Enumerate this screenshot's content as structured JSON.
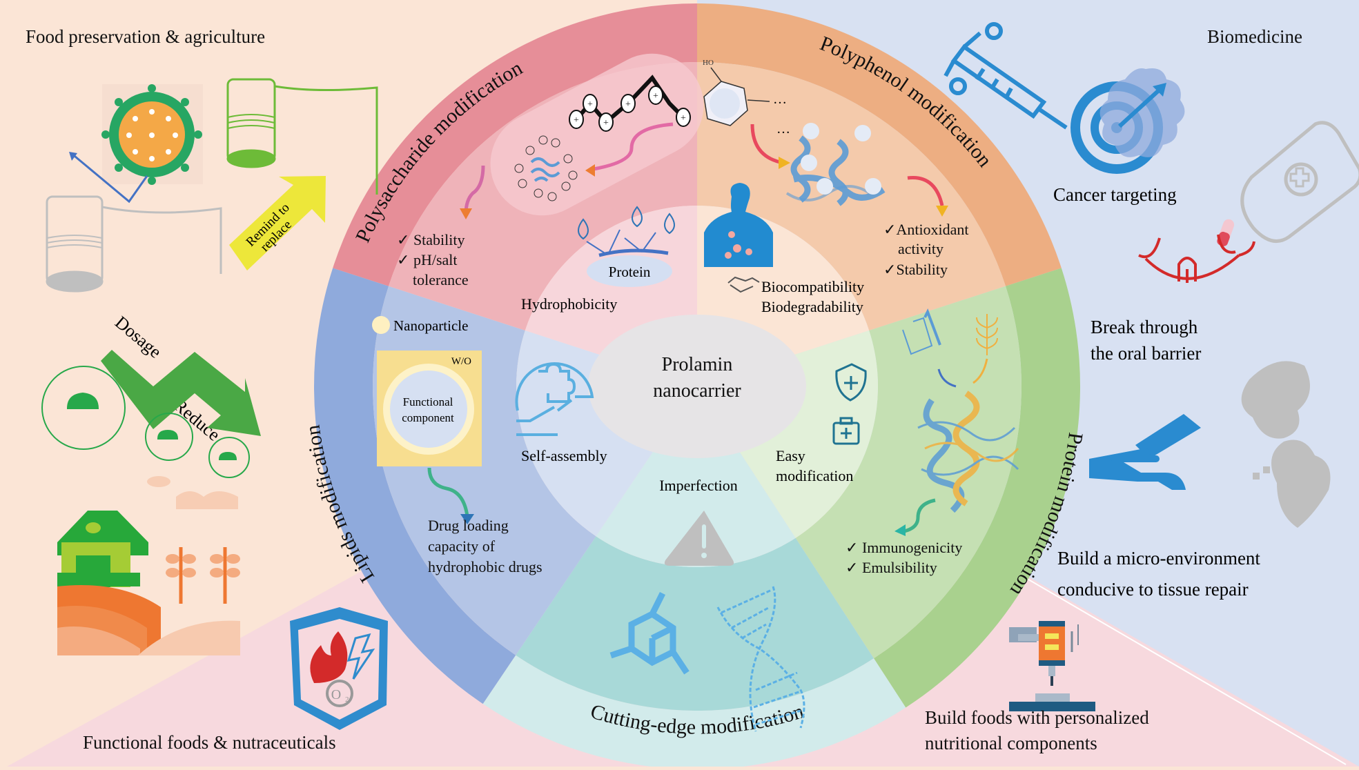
{
  "center": {
    "line1": "Prolamin",
    "line2": "nanocarrier"
  },
  "corners": {
    "top_left": "Food preservation & agriculture",
    "top_right": "Biomedicine",
    "bottom_left": "Functional foods & nutraceuticals",
    "bottom_right_line1": "Build foods with personalized",
    "bottom_right_line2": "nutritional components"
  },
  "colors": {
    "bg_food": "#fbe5d6",
    "bg_bio": "#d8e1f2",
    "bg_functional": "#f7d9de",
    "polysaccharide_outer": "#e68e98",
    "polysaccharide_mid": "#efb3b9",
    "polysaccharide_inner": "#f7d6db",
    "polyphenol_outer": "#edae82",
    "polyphenol_mid": "#f4caab",
    "polyphenol_inner": "#fbe5d5",
    "protein_outer": "#a9d18e",
    "protein_mid": "#c5e0b3",
    "protein_inner": "#e2f0d9",
    "cutting_outer": "#d2ebeb",
    "cutting_mid": "#a8d9d8",
    "cutting_inner": "#d2ebeb",
    "lipids_outer": "#8faadc",
    "lipids_mid": "#b4c5e6",
    "lipids_inner": "#d6e0f2",
    "center_ellipse": "#e6e4e6"
  },
  "sectors": {
    "polysaccharide": {
      "title": "Polysaccharide modification",
      "benefits": [
        "Stability",
        "pH/salt",
        "tolerance"
      ],
      "inner_property": "Hydrophobicity",
      "inner_label": "Protein"
    },
    "polyphenol": {
      "title": "Polyphenol modification",
      "benefits": [
        "Antioxidant",
        "activity",
        "Stability"
      ],
      "molecule_label": "HO",
      "ellipsis": "…",
      "inner_property_1": "Biocompatibility",
      "inner_property_2": "Biodegradability"
    },
    "protein": {
      "title": "Protein modification",
      "benefits": [
        "Immunogenicity",
        "Emulsibility"
      ],
      "inner_property_1": "Easy",
      "inner_property_2": "modification"
    },
    "cutting_edge": {
      "title": "Cutting-edge modification",
      "inner_property": "Imperfection"
    },
    "lipids": {
      "title": "Lipids modification",
      "legend": "Nanoparticle",
      "emulsion_type": "W/O",
      "core_line1": "Functional",
      "core_line2": "component",
      "benefits": [
        "Drug loading",
        "capacity of",
        "hydrophobic drugs"
      ],
      "inner_property": "Self-assembly"
    }
  },
  "check_mark": "✓",
  "food_panel": {
    "remind_label_1": "Remind to",
    "remind_label_2": "replace",
    "dosage_label": "Dosage",
    "reduce_label": "Reduce"
  },
  "bio_panel": {
    "cancer": "Cancer targeting",
    "oral_1": "Break through",
    "oral_2": "the oral barrier",
    "tissue_1": "Build a micro-environment",
    "tissue_2": "conducive to tissue repair"
  },
  "functional_panel": {
    "o2_label": "O",
    "o2_sub": "2"
  }
}
